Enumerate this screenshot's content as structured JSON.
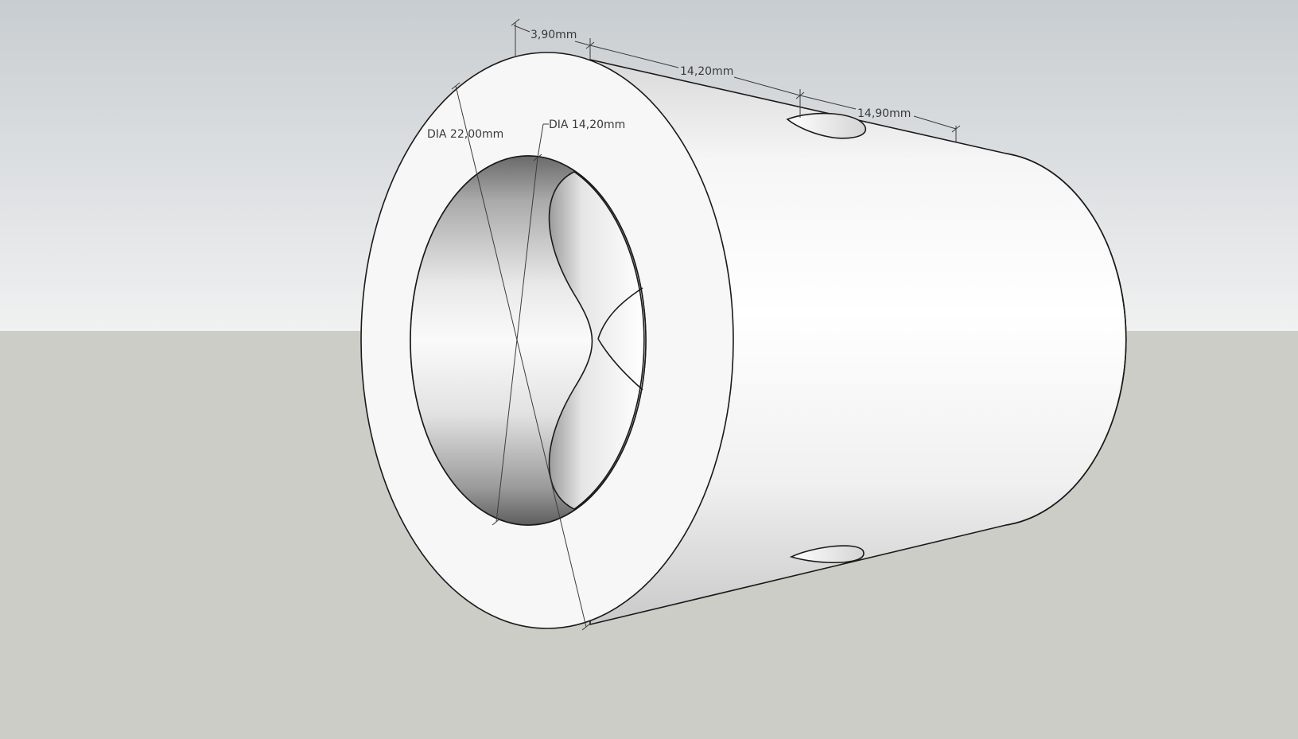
{
  "colors": {
    "sky_top": "#c9ced1",
    "sky_bottom": "#eef0f0",
    "ground": "#cdcdc8",
    "body_light": "#ffffff",
    "body_shade": "#cfcfcf",
    "edge": "#1a1a1a",
    "dimension": "#3c3c3c"
  },
  "dimensions": {
    "wall_thickness": "3,90mm",
    "length_front": "14,20mm",
    "length_rear": "14,90mm",
    "outer_diameter": "DIA 22,00mm",
    "inner_diameter": "DIA 14,20mm"
  }
}
